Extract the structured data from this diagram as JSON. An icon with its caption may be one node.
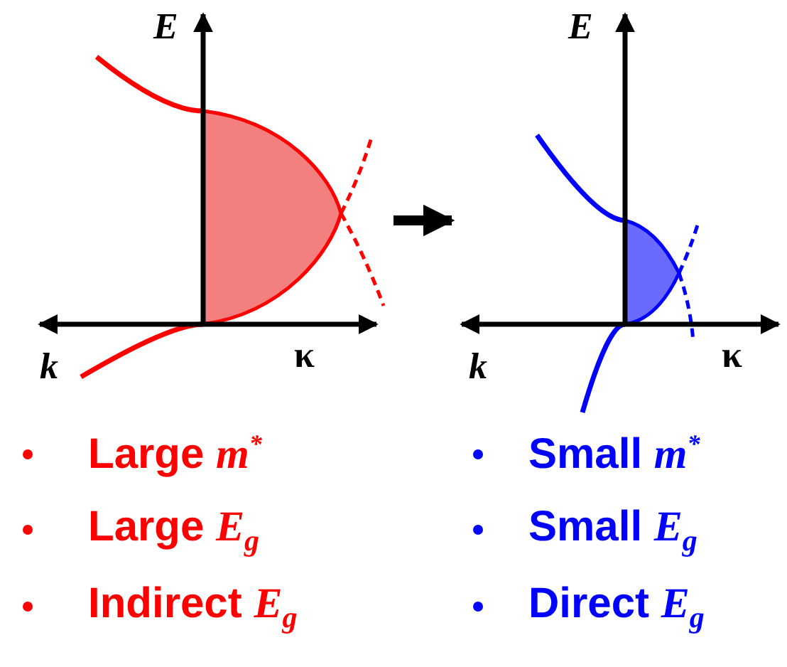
{
  "diagram": {
    "nodes": [
      {
        "text": [],
        "shape": "picture"
      },
      {
        "text": [],
        "shape": "picture"
      }
    ],
    "edges": [
      {
        "from": 0,
        "to": 1,
        "arrow": "to"
      }
    ],
    "labels": [
      "E",
      "k",
      "κ",
      "E",
      "k",
      "κ",
      "Large *m*$^{*}$",
      "Small *m*$^{*}$",
      "Large *E*$_{g}$",
      "Small *E*$_{g}$",
      "Indirect *E*$_{g}$",
      "Direct *E*$_{g}$"
    ]
  }
}
